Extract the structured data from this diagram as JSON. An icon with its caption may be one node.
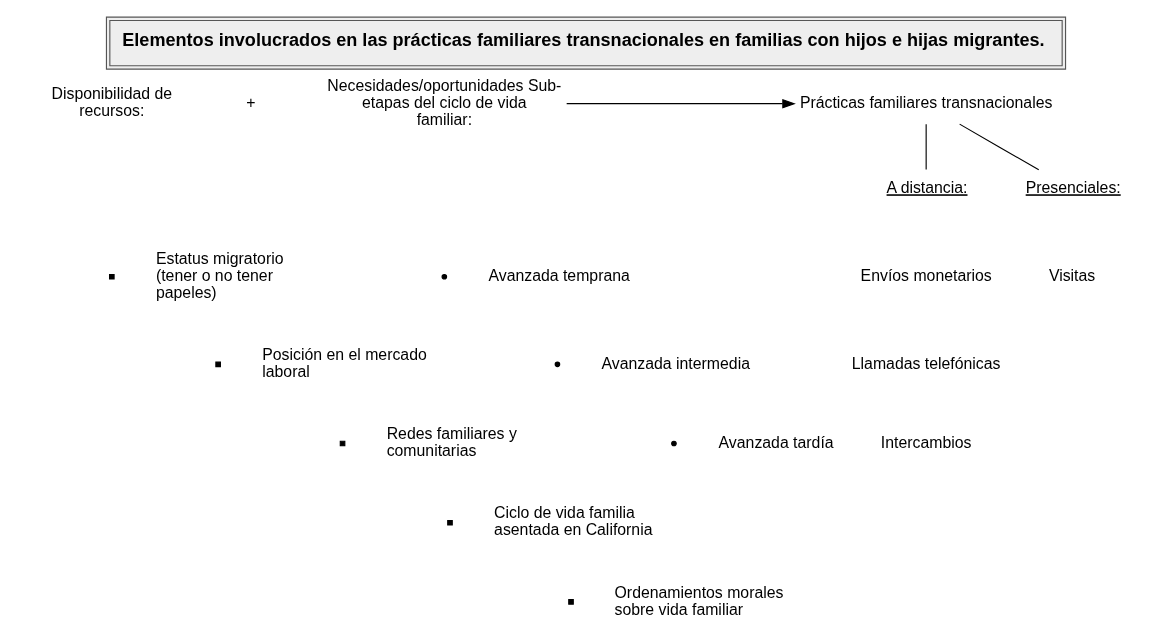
{
  "diagram": {
    "title": "Elementos involucrados en las prácticas familiares transnacionales en familias con hijos e hijas migrantes.",
    "nodes": [
      {
        "text": [
          "Disponibilidad de recursos:"
        ]
      },
      {
        "text": [
          "Necesidades/oportunidades Sub-etapas del ciclo de vida familiar:"
        ]
      },
      {
        "text": [
          "Prácticas familiares transnacionales"
        ]
      },
      {
        "text": [
          "A distancia:"
        ]
      },
      {
        "text": [
          "Presenciales:"
        ]
      }
    ],
    "edges": [
      {
        "from": 1,
        "to": 2,
        "arrow": "to"
      },
      {
        "from": 2,
        "to": 3,
        "arrow": "none"
      },
      {
        "from": 2,
        "to": 4,
        "arrow": "none"
      }
    ],
    "labels": [
      "+",
      "Estatus migratorio (tener o no tener papeles)",
      "Posición en el mercado laboral",
      "Redes familiares y comunitarias",
      "Ciclo de vida familia asentada en California",
      "Ordenamientos morales sobre vida familiar",
      "Avanzada temprana",
      "Avanzada intermedia",
      "Avanzada tardía",
      "Envíos monetarios",
      "Llamadas telefónicas",
      "Intercambios",
      "Visitas"
    ]
  }
}
